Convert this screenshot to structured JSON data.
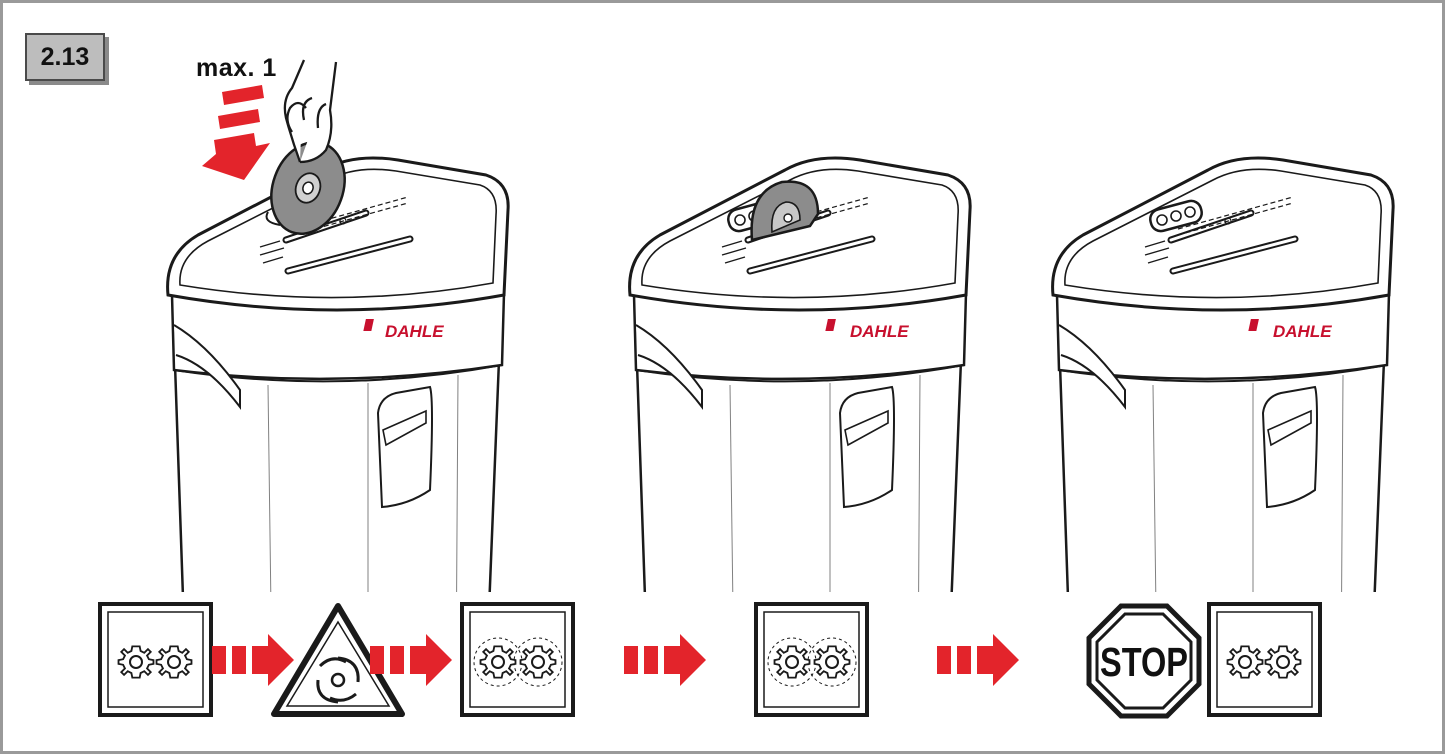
{
  "figure": {
    "step_number": "2.13",
    "quantity_label": "max. 1",
    "brand_text": "DAHLE",
    "stop_sign_text": "STOP"
  },
  "panels": [
    {
      "state": "inserting-cd"
    },
    {
      "state": "shredding-cd"
    },
    {
      "state": "shredding-complete"
    }
  ],
  "sequence_icons": [
    "gears-idle-icon",
    "auto-start-warning-icon",
    "gears-running-icon",
    "gears-running-icon",
    "stop-sign-icon",
    "gears-stopped-icon"
  ],
  "colors": {
    "arrow_red": "#e3242b",
    "brand_red": "#c8102e",
    "line_art": "#1a1a1a",
    "cd_gray": "#8c8c8c",
    "label_gray": "#bdbdbd",
    "frame_gray": "#9a9a9a"
  }
}
